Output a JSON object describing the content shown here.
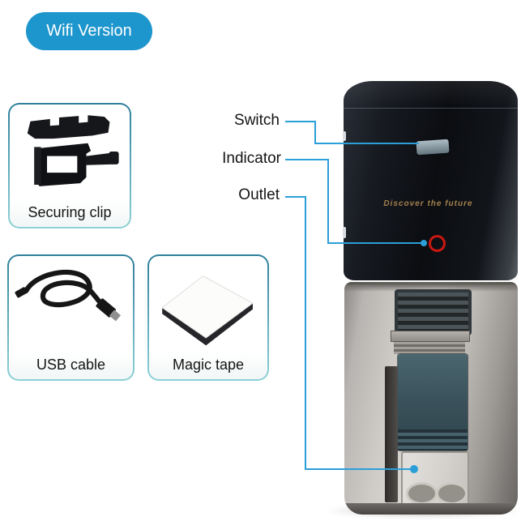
{
  "badge": {
    "label": "Wifi Version"
  },
  "accessories": {
    "securing_clip": {
      "label": "Securing clip"
    },
    "usb_cable": {
      "label": "USB cable"
    },
    "magic_tape": {
      "label": "Magic tape"
    }
  },
  "callouts": {
    "switch": {
      "label": "Switch"
    },
    "indicator": {
      "label": "Indicator"
    },
    "outlet": {
      "label": "Outlet"
    }
  },
  "device": {
    "slogan": "Discover the future"
  },
  "colors": {
    "badge_bg": "#1d95cd",
    "callout_line": "#2b9fd8",
    "box_border_top": "#2e7f9b",
    "box_border_bottom": "#8ed2d6",
    "indicator_ring": "#cb1712",
    "slogan_text": "#a3814e"
  }
}
